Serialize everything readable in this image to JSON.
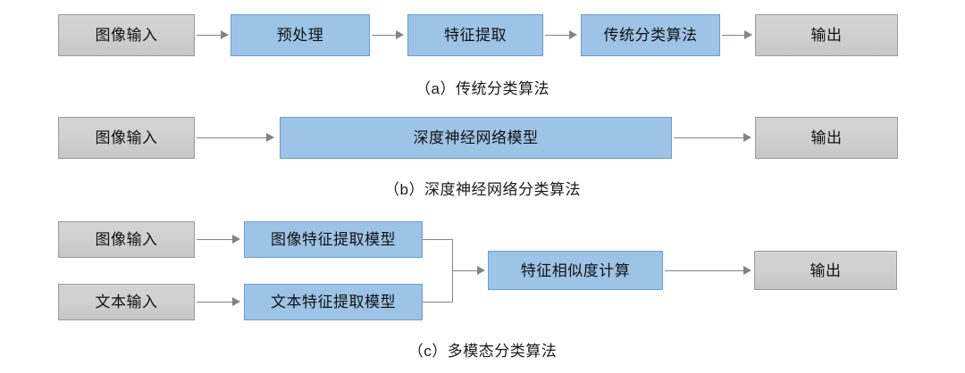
{
  "figure": {
    "rows": [
      {
        "id": "row-a",
        "caption": "（a）传统分类算法",
        "nodes": [
          {
            "label": "图像输入",
            "style": "gray"
          },
          {
            "label": "预处理",
            "style": "blue"
          },
          {
            "label": "特征提取",
            "style": "blue"
          },
          {
            "label": "传统分类算法",
            "style": "blue"
          },
          {
            "label": "输出",
            "style": "gray"
          }
        ]
      },
      {
        "id": "row-b",
        "caption": "（b）深度神经网络分类算法",
        "nodes": [
          {
            "label": "图像输入",
            "style": "gray"
          },
          {
            "label": "深度神经网络模型",
            "style": "blue"
          },
          {
            "label": "输出",
            "style": "gray"
          }
        ]
      },
      {
        "id": "row-c",
        "caption": "（c）多模态分类算法",
        "nodes": [
          {
            "label": "图像输入",
            "style": "gray"
          },
          {
            "label": "文本输入",
            "style": "gray"
          },
          {
            "label": "图像特征提取模型",
            "style": "blue"
          },
          {
            "label": "文本特征提取模型",
            "style": "blue"
          },
          {
            "label": "特征相似度计算",
            "style": "blue"
          },
          {
            "label": "输出",
            "style": "gray"
          }
        ]
      }
    ]
  },
  "colors": {
    "blue_fill": "#9dc3e6",
    "blue_border": "#6a9fd0",
    "gray_fill": "#cfcfcf",
    "gray_border": "#9a9a9a",
    "connector": "#848484",
    "text": "#141414",
    "background": "#ffffff"
  }
}
